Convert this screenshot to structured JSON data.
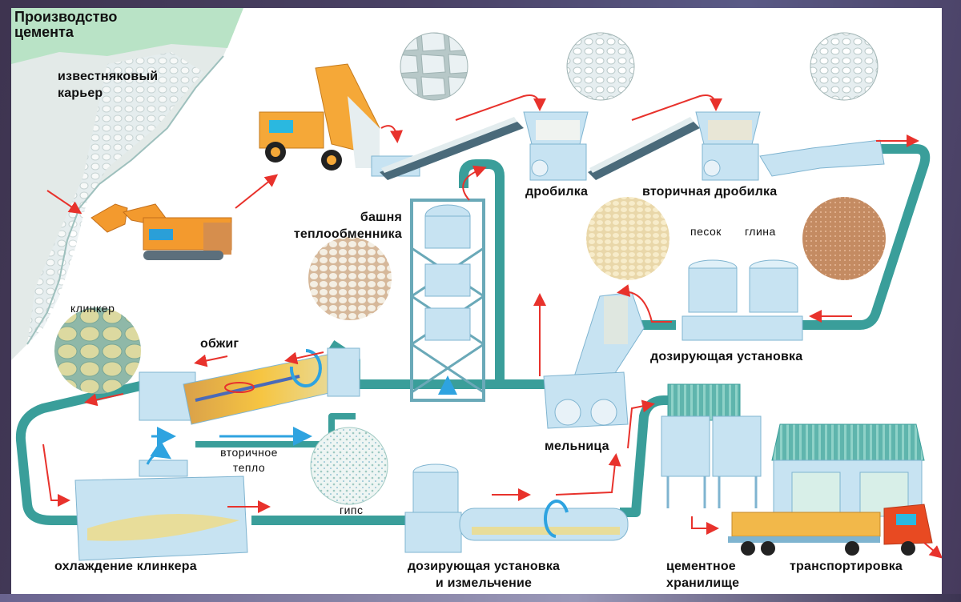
{
  "title": "Производство цемента",
  "title_lines": [
    "Производство",
    "цемента"
  ],
  "colors": {
    "pipe": "#3a9e9a",
    "pipe_dark": "#2d7f7c",
    "equipment": "#c7e3f2",
    "equipment_stroke": "#7fb4d0",
    "flow_arrow": "#e8322c",
    "heat_arrow": "#2ea3e0",
    "vehicle_orange": "#f39a2e",
    "truck_cab": "#e84a22",
    "quarry_green": "#b9e3c6"
  },
  "labels": {
    "quarry": [
      "известняковый",
      "карьер"
    ],
    "crusher": "дробилка",
    "secondary_crusher": "вторичная дробилка",
    "heat_exchanger_tower": [
      "башня",
      "теплообменника"
    ],
    "sand": "песок",
    "clay": "глина",
    "clinker": "клинкер",
    "firing": "обжиг",
    "dosing_unit": "дозирующая установка",
    "secondary_heat": [
      "вторичное",
      "тепло"
    ],
    "gypsum": "гипс",
    "mill": "мельница",
    "clinker_cooling": "охлаждение клинкера",
    "dosing_and_grinding": [
      "дозирующая установка",
      "и измельчение"
    ],
    "cement_storage": [
      "цементное",
      "хранилище"
    ],
    "transportation": "транспортировка"
  },
  "icons": {
    "excavator": "excavator-icon",
    "dump_truck": "dump-truck-icon",
    "crusher": "crusher-icon",
    "tower": "heat-exchanger-tower-icon",
    "kiln": "rotary-kiln-icon",
    "cooler": "clinker-cooler-icon",
    "mill": "mill-icon",
    "silos": "cement-silo-icon",
    "warehouse": "warehouse-icon",
    "semi_truck": "semi-truck-icon"
  }
}
